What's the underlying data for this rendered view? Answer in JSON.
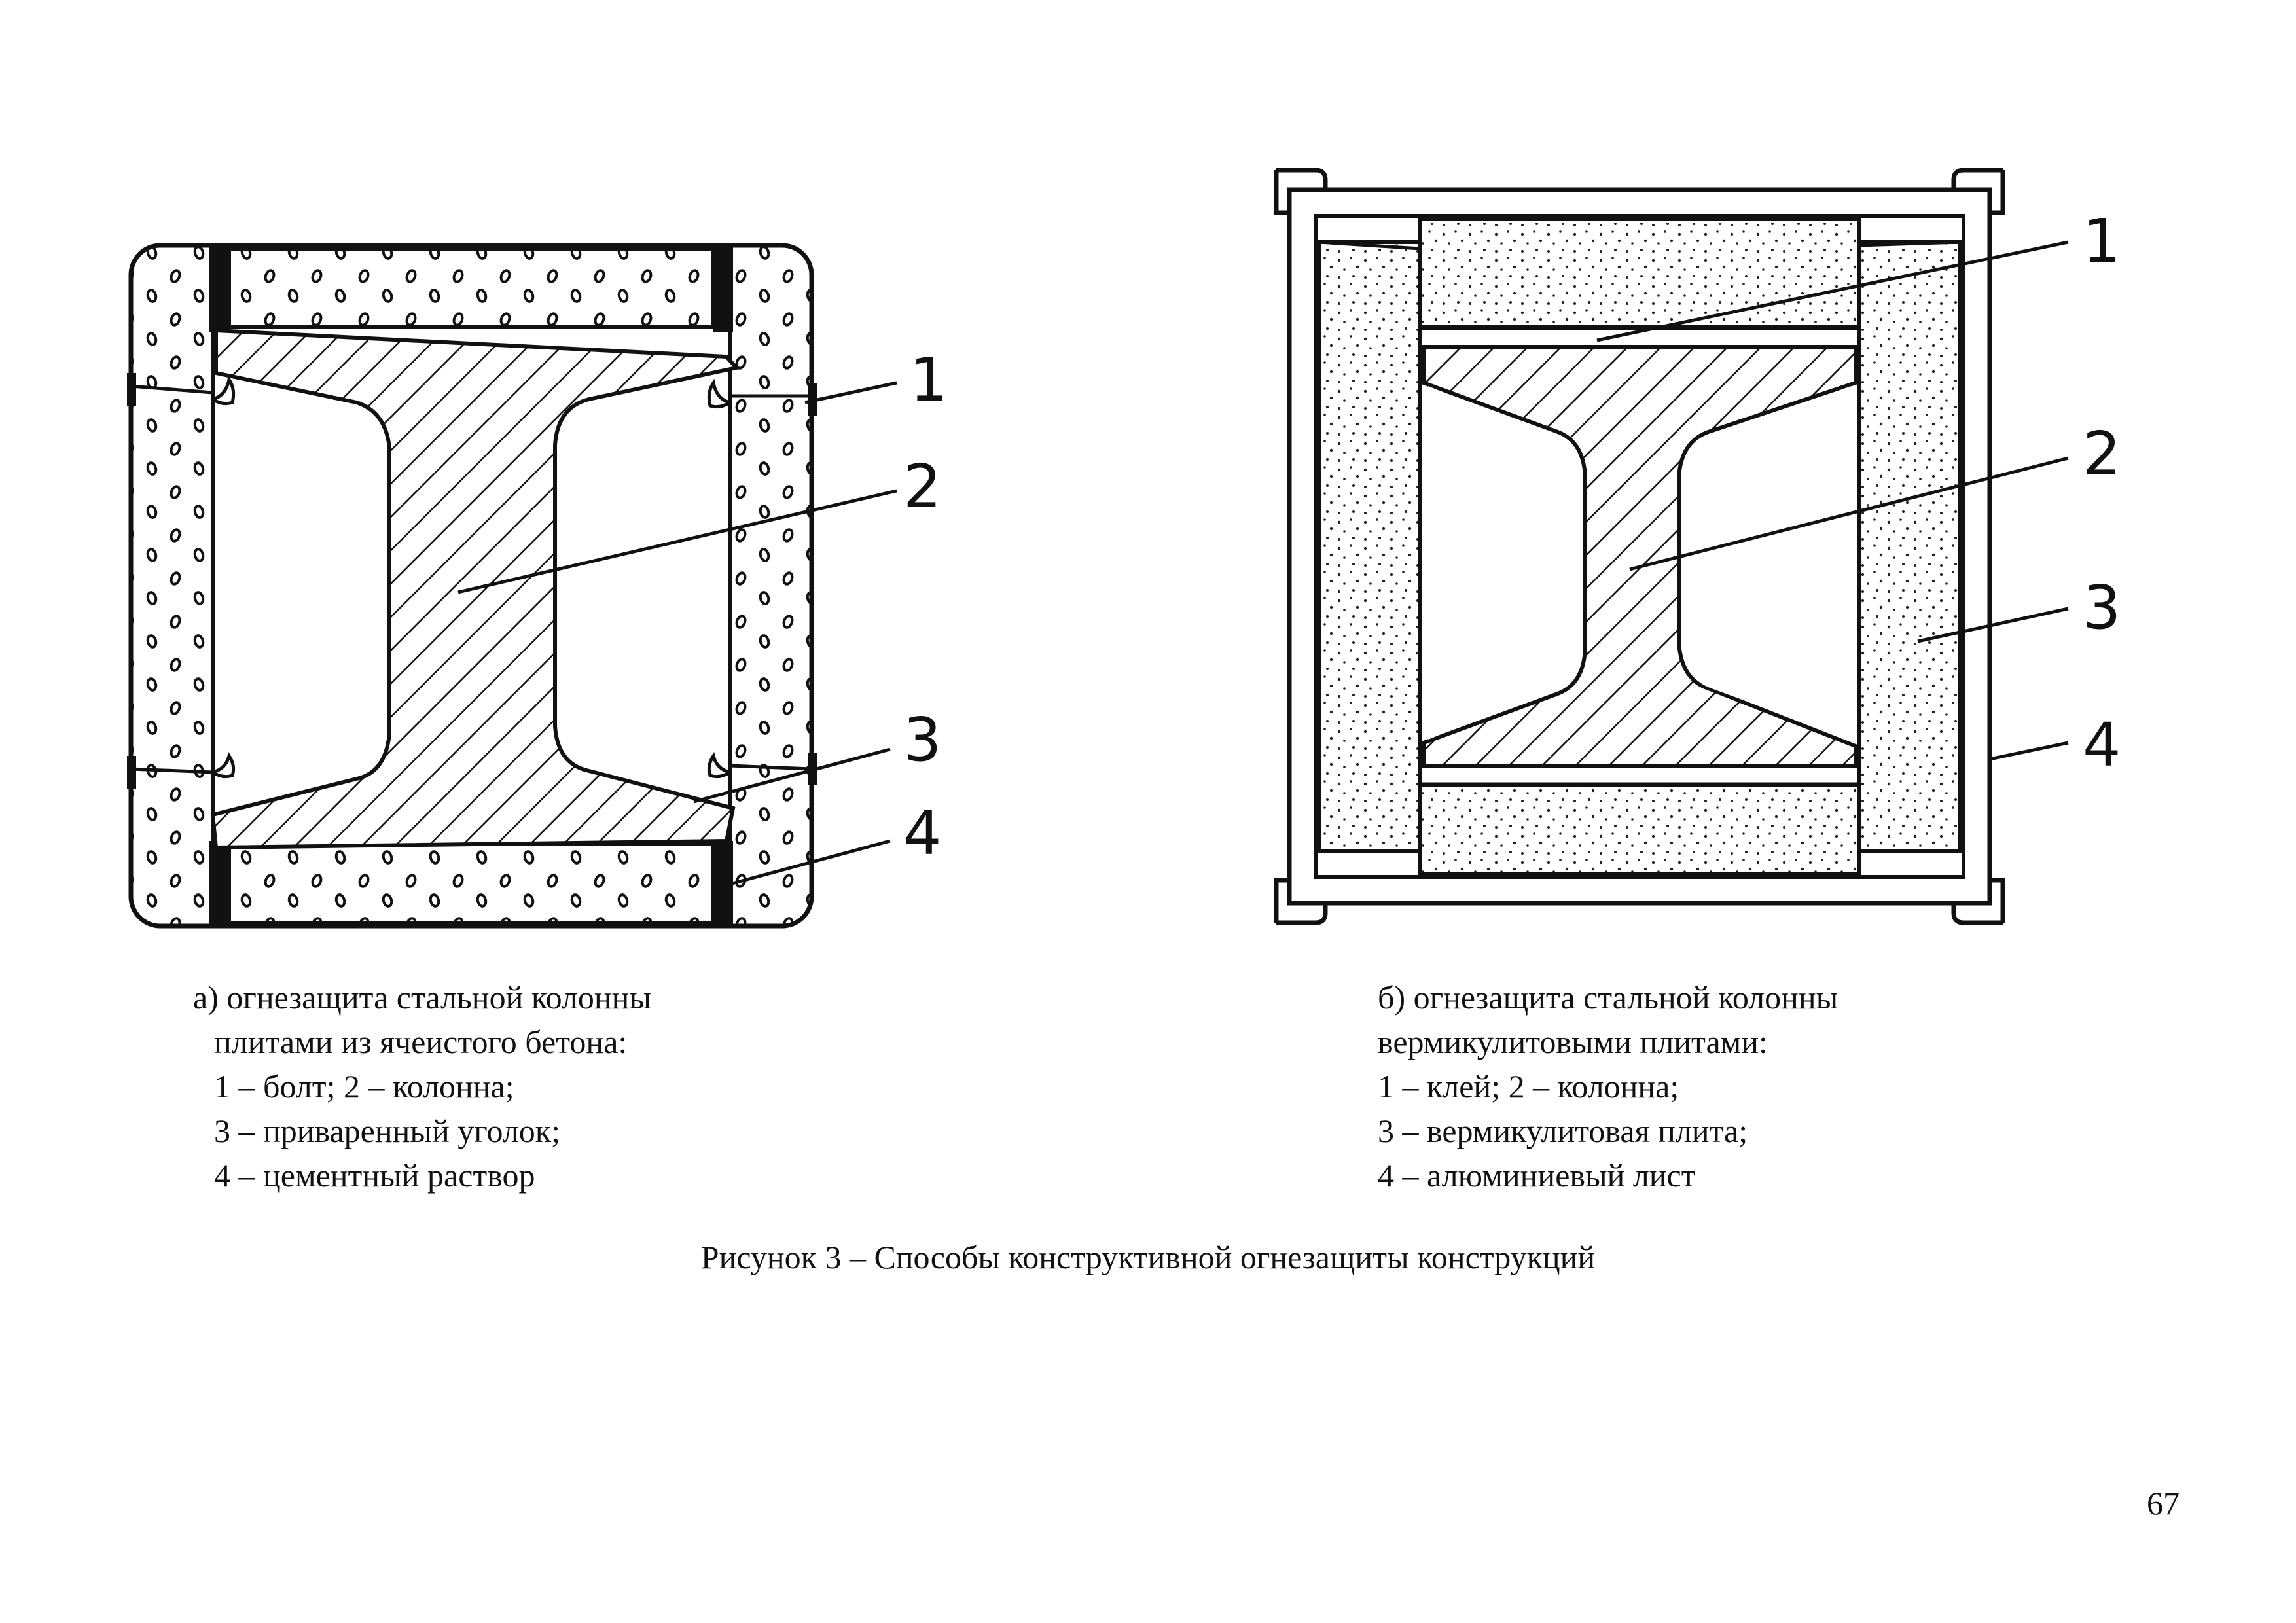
{
  "figure_a": {
    "callouts": [
      "1",
      "2",
      "3",
      "4"
    ],
    "caption": [
      "а) огнезащита стальной колонны",
      "плитами из ячеистого бетона:",
      "1 – болт; 2 – колонна;",
      "3 – приваренный уголок;",
      "4 – цементный раствор"
    ]
  },
  "figure_b": {
    "callouts": [
      "1",
      "2",
      "3",
      "4"
    ],
    "caption": [
      "б) огнезащита стальной колонны",
      "вермикулитовыми плитами:",
      "1 – клей; 2 – колонна;",
      "3 – вермикулитовая плита;",
      "4 – алюминиевый лист"
    ]
  },
  "figure_title": "Рисунок 3 – Способы конструктивной огнезащиты конструкций",
  "page_number": "67"
}
